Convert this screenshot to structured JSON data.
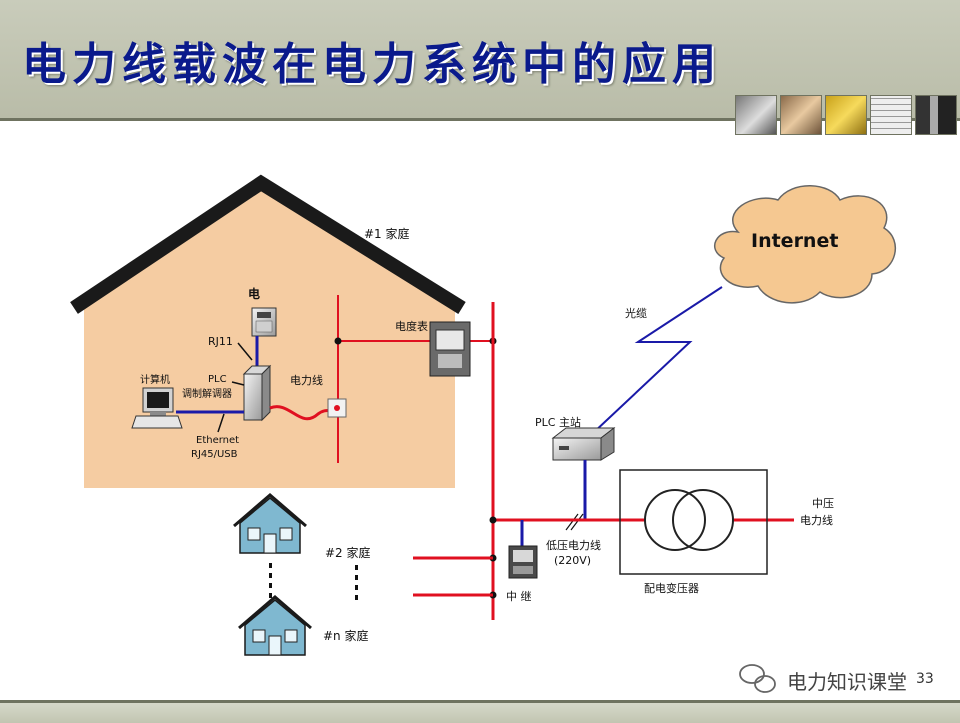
{
  "slide": {
    "title": "电力线载波在电力系统中的应用",
    "watermark": "电力知识课堂",
    "page_number": "33"
  },
  "diagram": {
    "house_label": "#1 家庭",
    "phone_label": "电",
    "rj11_label": "RJ11",
    "computer_label": "计算机",
    "plc_modem_label_line1": "PLC",
    "plc_modem_label_line2": "调制解调器",
    "ethernet_label_line1": "Ethernet",
    "ethernet_label_line2": "RJ45/USB",
    "powerline_label": "电力线",
    "meter_label": "电度表",
    "internet_label": "Internet",
    "fiber_label": "光缆",
    "plc_host_label": "PLC 主站",
    "lv_line_label_line1": "低压电力线",
    "lv_line_label_line2": "(220V)",
    "mv_line_label_line1": "中压",
    "mv_line_label_line2": "电力线",
    "transformer_label": "配电变压器",
    "relay_label": "中 继",
    "home2_label": "#2 家庭",
    "homeN_label": "#n 家庭"
  },
  "colors": {
    "title": "#0a1a8c",
    "house_fill": "#f5cca2",
    "power_line": "#e01020",
    "data_line": "#1a1aa8",
    "cloud_fill": "#f5c891"
  }
}
